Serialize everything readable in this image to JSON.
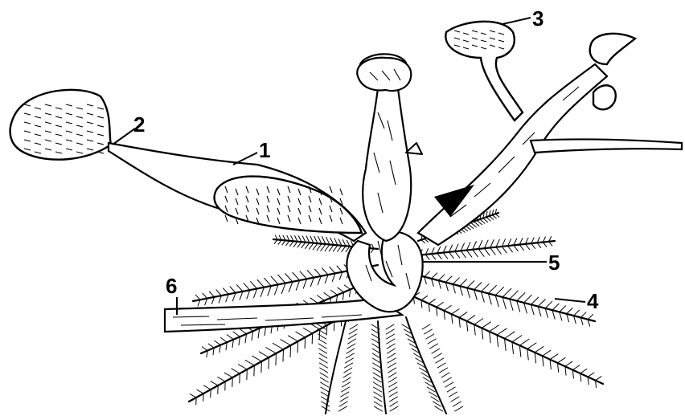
{
  "figure": {
    "labels": [
      {
        "id": "1",
        "text": "1"
      },
      {
        "id": "2",
        "text": "2"
      },
      {
        "id": "3",
        "text": "3"
      },
      {
        "id": "4",
        "text": "4"
      },
      {
        "id": "5",
        "text": "5"
      },
      {
        "id": "6",
        "text": "6"
      }
    ]
  },
  "colors": {
    "ink": "#000000",
    "paper": "#ffffff"
  }
}
